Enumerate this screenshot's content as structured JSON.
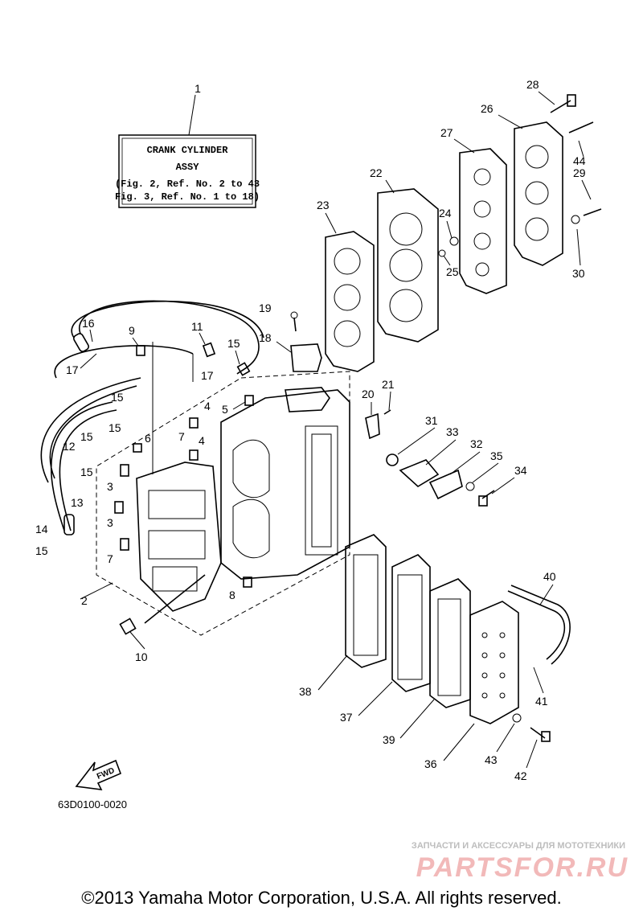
{
  "title_box": {
    "ref": "1",
    "line1": "CRANK CYLINDER",
    "line2": "ASSY",
    "line3": "(Fig. 2, Ref. No. 2 to 43",
    "line4": "Fig. 3, Ref. No. 1 to 18)"
  },
  "callouts": [
    "28",
    "26",
    "27",
    "44",
    "29",
    "22",
    "24",
    "25",
    "30",
    "23",
    "19",
    "18",
    "16",
    "9",
    "11",
    "15",
    "17",
    "17",
    "21",
    "20",
    "5",
    "15",
    "4",
    "15",
    "7",
    "4",
    "6",
    "31",
    "33",
    "32",
    "35",
    "34",
    "12",
    "15",
    "15",
    "3",
    "13",
    "14",
    "15",
    "3",
    "7",
    "2",
    "8",
    "10",
    "40",
    "41",
    "38",
    "37",
    "39",
    "36",
    "43",
    "42"
  ],
  "fwd_label": "FWD",
  "diagram_code": "63D0100-0020",
  "watermark": {
    "line1": "ЗАПЧАСТИ И АКСЕССУАРЫ ДЛЯ МОТОТЕХНИКИ",
    "line2": "PARTSFOR.RU"
  },
  "copyright": "©2013 Yamaha Motor Corporation, U.S.A. All rights reserved."
}
